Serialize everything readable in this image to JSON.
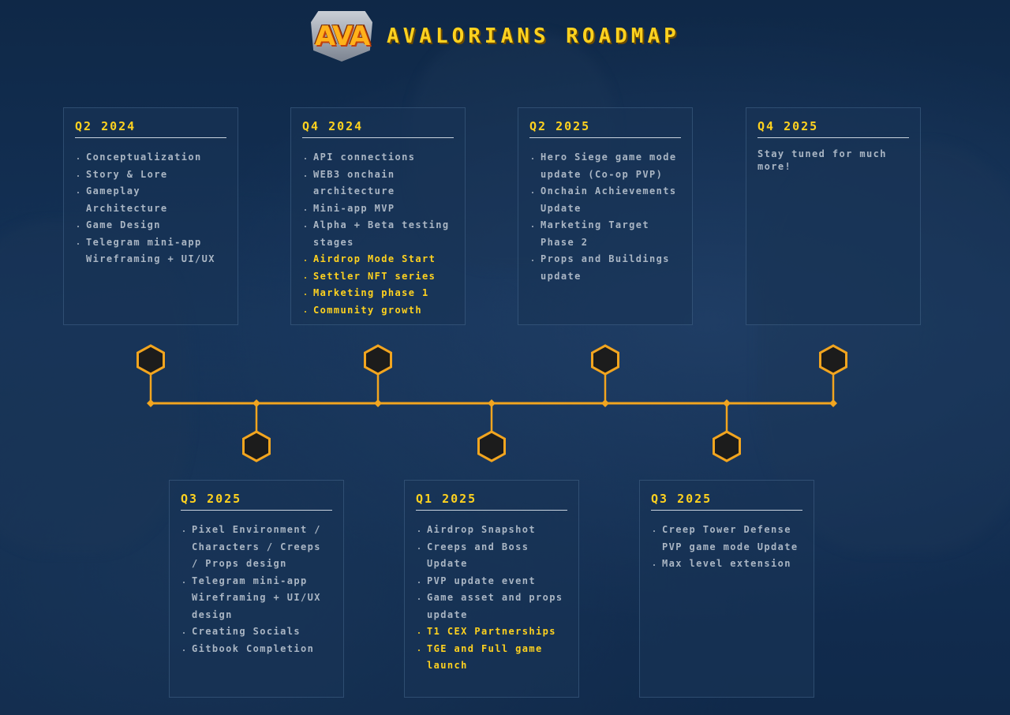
{
  "header": {
    "logo_text": "AVA",
    "title": "AVALORIANS ROADMAP"
  },
  "colors": {
    "accent": "#ffd21f",
    "line": "#f2a51f",
    "hex_fill": "#1c1c1c"
  },
  "top_cards": [
    {
      "title": "Q2 2024",
      "items": [
        {
          "text": "Conceptualization",
          "hl": false
        },
        {
          "text": "Story & Lore",
          "hl": false
        },
        {
          "text": "Gameplay Architecture",
          "hl": false
        },
        {
          "text": "Game Design",
          "hl": false
        },
        {
          "text": "Telegram mini-app Wireframing + UI/UX",
          "hl": false
        }
      ]
    },
    {
      "title": "Q4 2024",
      "items": [
        {
          "text": "API connections",
          "hl": false
        },
        {
          "text": "WEB3 onchain architecture",
          "hl": false
        },
        {
          "text": "Mini-app MVP",
          "hl": false
        },
        {
          "text": "Alpha + Beta testing stages",
          "hl": false
        },
        {
          "text": "Airdrop Mode Start",
          "hl": true
        },
        {
          "text": "Settler NFT series",
          "hl": true
        },
        {
          "text": "Marketing phase 1",
          "hl": true
        },
        {
          "text": "Community growth",
          "hl": true
        }
      ]
    },
    {
      "title": "Q2 2025",
      "items": [
        {
          "text": "Hero Siege game mode update (Co-op PVP)",
          "hl": false
        },
        {
          "text": "Onchain Achievements Update",
          "hl": false
        },
        {
          "text": "Marketing Target Phase 2",
          "hl": false
        },
        {
          "text": "Props and Buildings update",
          "hl": false
        }
      ]
    },
    {
      "title": "Q4 2025",
      "paragraph": "Stay tuned for much more!"
    }
  ],
  "bottom_cards": [
    {
      "title": "Q3 2025",
      "items": [
        {
          "text": "Pixel Environment / Characters / Creeps / Props design",
          "hl": false
        },
        {
          "text": "Telegram mini-app Wireframing + UI/UX design",
          "hl": false
        },
        {
          "text": "Creating Socials",
          "hl": false
        },
        {
          "text": "Gitbook Completion",
          "hl": false
        }
      ]
    },
    {
      "title": "Q1 2025",
      "items": [
        {
          "text": "Airdrop Snapshot",
          "hl": false
        },
        {
          "text": "Creeps and Boss Update",
          "hl": false
        },
        {
          "text": "PVP update event",
          "hl": false
        },
        {
          "text": "Game asset and props update",
          "hl": false
        },
        {
          "text": "T1 CEX Partnerships",
          "hl": true
        },
        {
          "text": "TGE and Full game launch",
          "hl": true
        }
      ]
    },
    {
      "title": "Q3 2025",
      "items": [
        {
          "text": "Creep Tower Defense PVP game mode Update",
          "hl": false
        },
        {
          "text": "Max level extension",
          "hl": false
        }
      ]
    }
  ],
  "timeline": {
    "node_count_top": 4,
    "node_count_bottom": 3
  }
}
